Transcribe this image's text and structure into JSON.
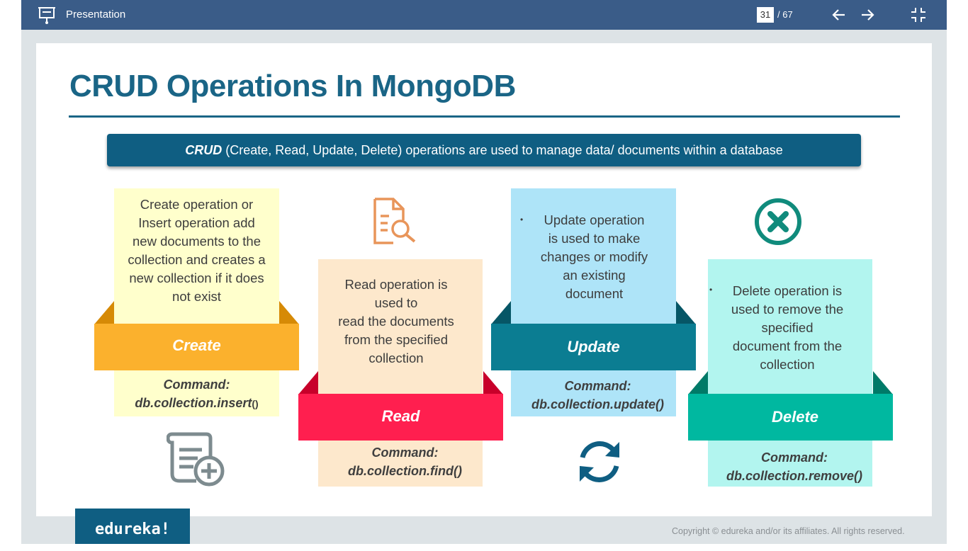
{
  "topbar": {
    "title": "Presentation",
    "current_page": "31",
    "total_pages": "/ 67"
  },
  "slide": {
    "title": "CRUD Operations In MongoDB",
    "banner_bold": "CRUD",
    "banner_rest": " (Create, Read, Update, Delete) operations are used to manage data/ documents within a database",
    "cards": [
      {
        "key": "create",
        "lines": [
          "Create operation or",
          "Insert operation add",
          "new documents to the",
          "collection and creates a",
          "new collection if it does",
          "not exist"
        ],
        "label": "Create",
        "command_title": "Command:",
        "command": "db.collection.insert",
        "command_suffix": "()",
        "color": "#fbb12d",
        "card_bg": "#ffffcc"
      },
      {
        "key": "read",
        "lines": [
          "Read operation is",
          "used to",
          "read the documents",
          "from the specified",
          "collection"
        ],
        "label": "Read",
        "command_title": "Command:",
        "command": "db.collection.find()",
        "color": "#ff1f4f",
        "card_bg": "#fde8cc"
      },
      {
        "key": "update",
        "bullet": "•",
        "lines": [
          "Update operation",
          "is used to make",
          "changes or modify",
          "an existing",
          "document"
        ],
        "label": "Update",
        "command_title": "Command:",
        "command": "db.collection.update()",
        "color": "#0b7d92",
        "card_bg": "#aee4f8"
      },
      {
        "key": "delete",
        "bullet": "•",
        "lines": [
          "Delete operation is",
          "used to remove the",
          "specified",
          "document from the",
          "collection"
        ],
        "label": "Delete",
        "command_title": "Command:",
        "command": "db.collection.remove()",
        "color": "#00b8a0",
        "card_bg": "#b2f5ef"
      }
    ],
    "icons": [
      "document-search-icon",
      "close-circle-icon",
      "add-document-icon",
      "refresh-icon"
    ]
  },
  "footer": {
    "logo": "edureka!",
    "copyright": "Copyright © edureka and/or its affiliates. All rights reserved."
  }
}
